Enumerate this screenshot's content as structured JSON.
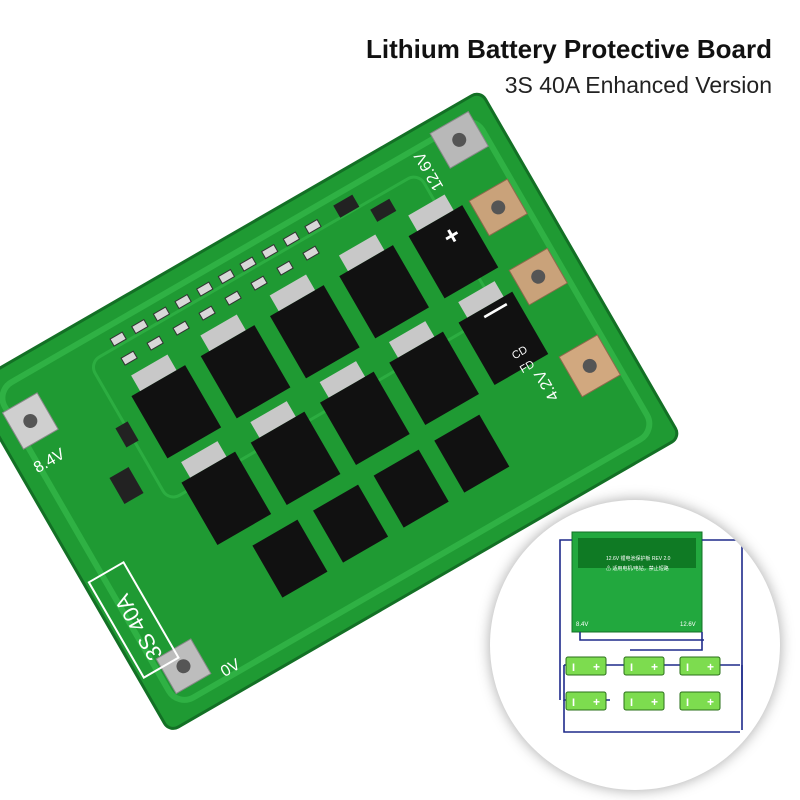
{
  "header": {
    "title": "Lithium Battery Protective Board",
    "subtitle": "3S 40A Enhanced Version"
  },
  "board": {
    "rating": "3S 40A",
    "pads": {
      "v12_6": "12.6V",
      "plus": "+",
      "minus": "—",
      "v4_2": "4.2V",
      "v8_4": "8.4V",
      "v0": "0V",
      "cd": "CD",
      "fd": "FD"
    },
    "color_pcb": "#1f9a33",
    "color_trace": "#34b84a"
  },
  "inset": {
    "board_label": "12.6V 锂电池保护板 REV 2.0",
    "board_warning": "⚠ 适用电机/电钻，禁止短路",
    "pad_8_4": "8.4V",
    "pad_12_6": "12.6V",
    "cell_plus": "+",
    "cell_minus": "I",
    "wire_color": "#1e2a8a",
    "cell_color": "#7ddc4f"
  }
}
